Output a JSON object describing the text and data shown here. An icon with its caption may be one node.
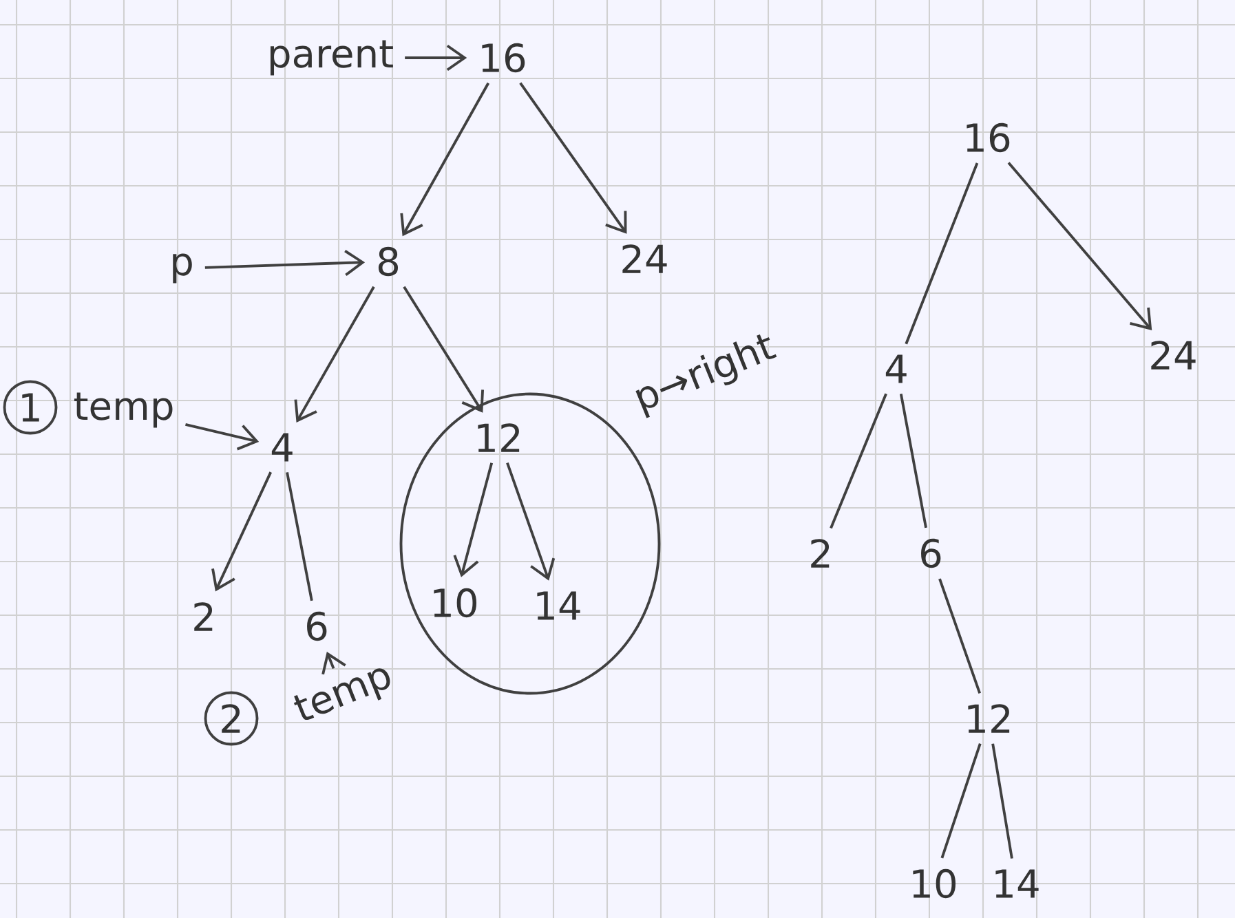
{
  "diagram": {
    "nodes": [
      {
        "text": [
          "parent"
        ]
      },
      {
        "text": [
          "16"
        ]
      },
      {
        "text": [
          "p"
        ]
      },
      {
        "text": [
          "8"
        ]
      },
      {
        "text": [
          "24"
        ]
      },
      {
        "text": [
          "temp"
        ],
        "beside": [
          "1"
        ]
      },
      {
        "text": [
          "4"
        ]
      },
      {
        "text": [],
        "shape": "circle"
      },
      {
        "text": [
          "12"
        ],
        "in": 7
      },
      {
        "text": [
          "2"
        ]
      },
      {
        "text": [
          "6"
        ]
      },
      {
        "text": [
          "10"
        ],
        "in": 7
      },
      {
        "text": [
          "14"
        ],
        "in": 7
      },
      {
        "text": [
          "temp"
        ],
        "beside": [
          "2"
        ]
      },
      {
        "text": [
          "16"
        ]
      },
      {
        "text": [
          "4"
        ]
      },
      {
        "text": [
          "24"
        ]
      },
      {
        "text": [
          "2"
        ]
      },
      {
        "text": [
          "6"
        ]
      },
      {
        "text": [
          "12"
        ]
      },
      {
        "text": [
          "10"
        ]
      },
      {
        "text": [
          "14"
        ]
      }
    ],
    "edges": [
      {
        "from": 0,
        "to": 1,
        "arrow": "to"
      },
      {
        "from": 2,
        "to": 3,
        "arrow": "to"
      },
      {
        "from": 1,
        "to": 3,
        "arrow": "to"
      },
      {
        "from": 1,
        "to": 4,
        "arrow": "to"
      },
      {
        "from": 5,
        "to": 6,
        "arrow": "to"
      },
      {
        "from": 3,
        "to": 6,
        "arrow": "to"
      },
      {
        "from": 3,
        "to": 8,
        "arrow": "to"
      },
      {
        "from": 6,
        "to": 9,
        "arrow": "to"
      },
      {
        "from": 6,
        "to": 10,
        "arrow": "none"
      },
      {
        "from": 8,
        "to": 11,
        "arrow": "to"
      },
      {
        "from": 8,
        "to": 12,
        "arrow": "to"
      },
      {
        "from": 13,
        "to": 10,
        "arrow": "to"
      },
      {
        "from": 14,
        "to": 15,
        "arrow": "none"
      },
      {
        "from": 14,
        "to": 16,
        "arrow": "to"
      },
      {
        "from": 15,
        "to": 17,
        "arrow": "none"
      },
      {
        "from": 15,
        "to": 18,
        "arrow": "none"
      },
      {
        "from": 18,
        "to": 19,
        "arrow": "none"
      },
      {
        "from": 19,
        "to": 20,
        "arrow": "none"
      },
      {
        "from": 19,
        "to": 21,
        "arrow": "none"
      }
    ],
    "labels": [
      "p→right"
    ]
  }
}
